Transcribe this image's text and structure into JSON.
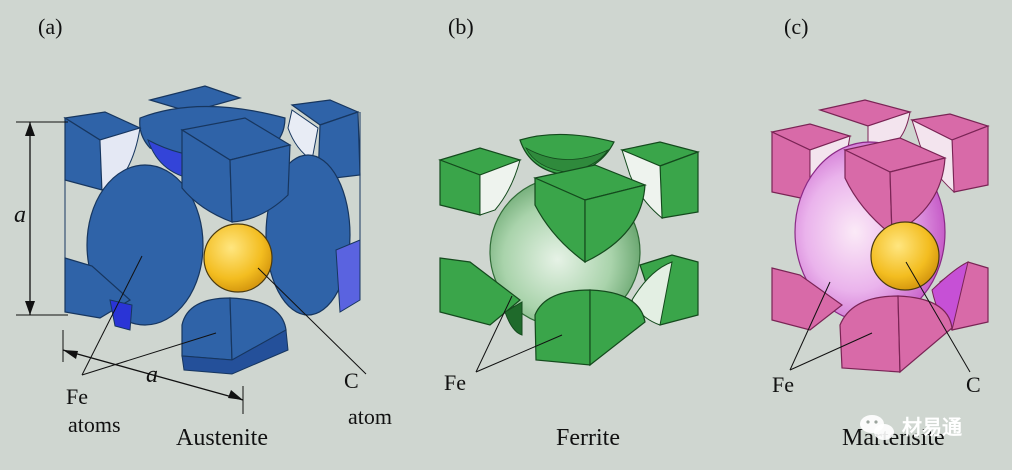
{
  "panels": [
    {
      "letter": "(a)",
      "name": "Austenite",
      "labels": {
        "fe1": "Fe",
        "fe2": "atoms",
        "c1": "C",
        "c2": "atom",
        "axis_v": "a",
        "axis_h": "a"
      },
      "colors": {
        "atom": "#2f63a8",
        "atom_dark": "#1e4c8a",
        "atom_light": "#6b8fd2",
        "carbon": "#f0b820"
      }
    },
    {
      "letter": "(b)",
      "name": "Ferrite",
      "labels": {
        "fe1": "Fe"
      },
      "colors": {
        "atom": "#3aa54a",
        "atom_dark": "#237a31",
        "sphere_light": "#e2f0e2",
        "sphere_dark": "#6fae75"
      }
    },
    {
      "letter": "(c)",
      "name": "Martensite",
      "labels": {
        "fe1": "Fe",
        "c1": "C"
      },
      "colors": {
        "atom": "#d86aa8",
        "atom_dark": "#b84a8a",
        "sphere_light": "#f7e0f2",
        "sphere_dark": "#cf6fd6",
        "carbon": "#f0b820"
      }
    }
  ],
  "watermark": {
    "text": "材易通"
  }
}
